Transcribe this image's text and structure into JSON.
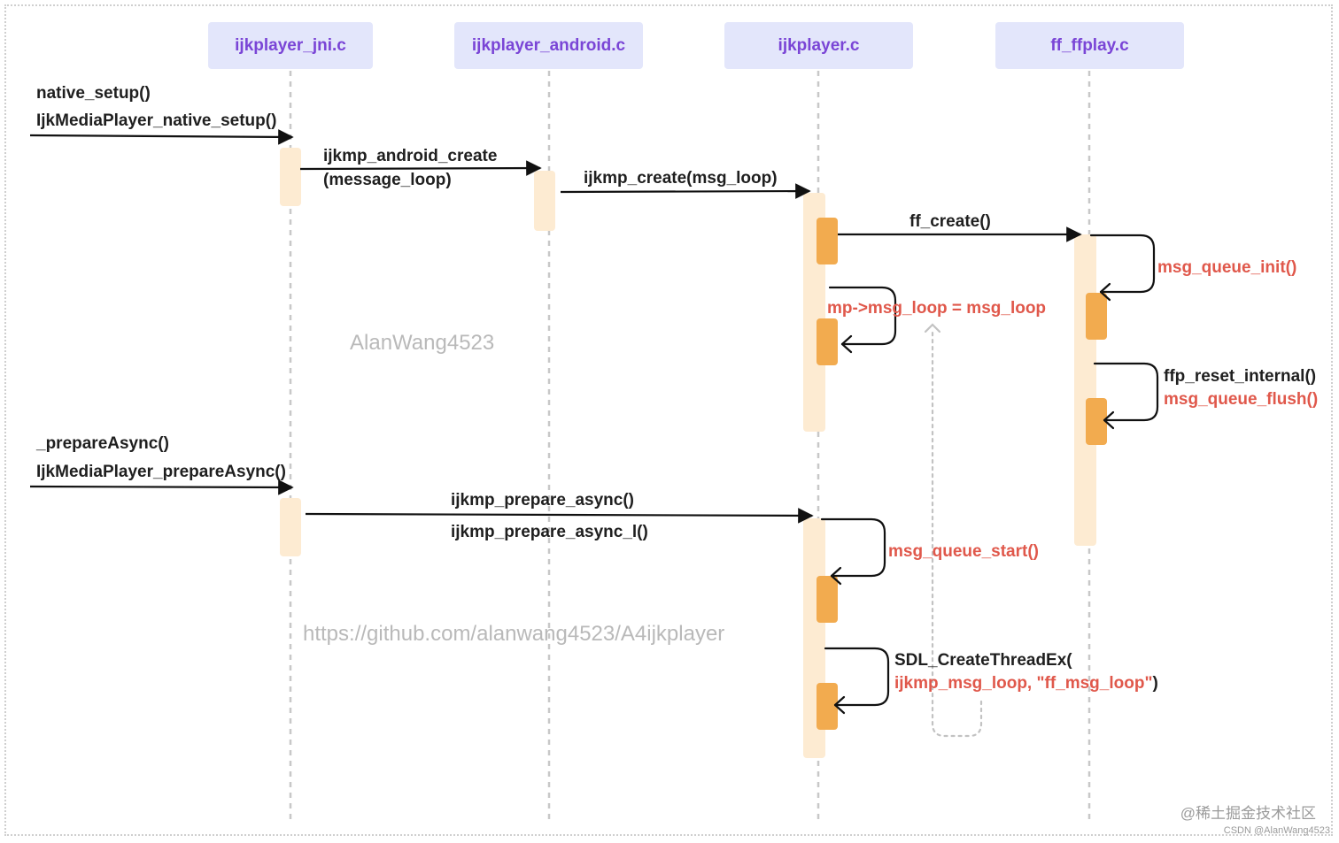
{
  "headers": [
    {
      "key": "jni",
      "label": "ijkplayer_jni.c"
    },
    {
      "key": "android",
      "label": "ijkplayer_android.c"
    },
    {
      "key": "player",
      "label": "ijkplayer.c"
    },
    {
      "key": "ffplay",
      "label": "ff_ffplay.c"
    }
  ],
  "messages": {
    "native_setup": "native_setup()",
    "ijk_native_setup": "IjkMediaPlayer_native_setup()",
    "android_create_1": "ijkmp_android_create",
    "android_create_2": "(message_loop)",
    "ijkmp_create": "ijkmp_create(msg_loop)",
    "ff_create": "ff_create()",
    "msg_queue_init": "msg_queue_init()",
    "mp_msg_loop": "mp->msg_loop = msg_loop",
    "ffp_reset_internal": "ffp_reset_internal()",
    "msg_queue_flush": "msg_queue_flush()",
    "prepare_async": "_prepareAsync()",
    "ijk_prepare_async": "IjkMediaPlayer_prepareAsync()",
    "ijkmp_prepare_async": "ijkmp_prepare_async()",
    "ijkmp_prepare_async_l": "ijkmp_prepare_async_l()",
    "msg_queue_start": "msg_queue_start()",
    "sdl_create_thread": "SDL_CreateThreadEx(",
    "sdl_args": "ijkmp_msg_loop, \"ff_msg_loop\"",
    "sdl_close": ")"
  },
  "watermarks": {
    "author": "AlanWang4523",
    "url": "https://github.com/alanwang4523/A4ijkplayer",
    "juejin": "@稀土掘金技术社区",
    "csdn": "CSDN @AlanWang4523"
  },
  "colors": {
    "header_bg": "#e3e6fb",
    "header_text": "#7a45d6",
    "activation_light": "#fdebd2",
    "activation_dark": "#f2ab4f",
    "note_red": "#e0584b",
    "lifeline": "#c8c8c8"
  }
}
